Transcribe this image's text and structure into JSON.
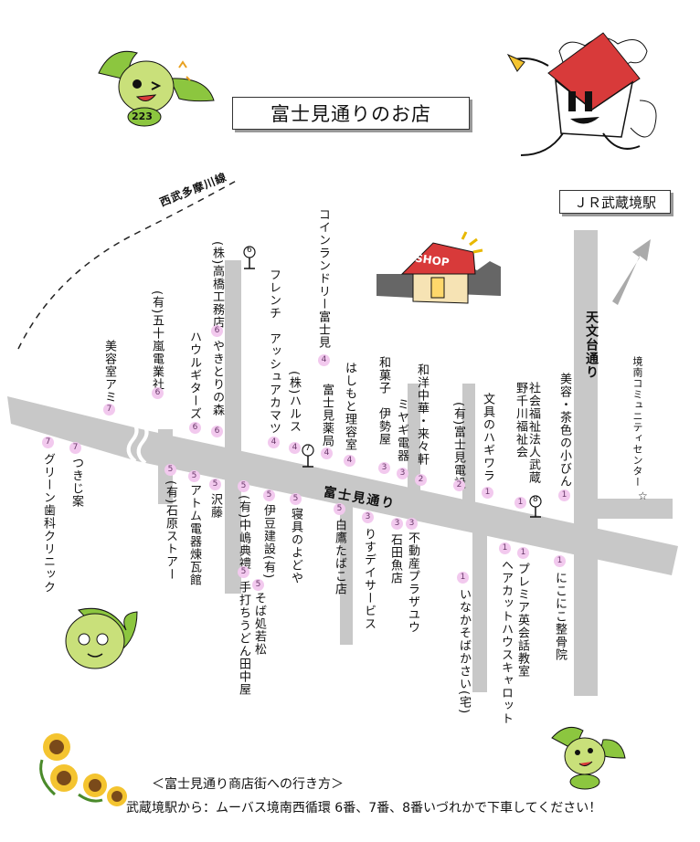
{
  "title": "富士見通りのお店",
  "station": "ＪＲ武蔵境駅",
  "rail_line": "西武多摩川線",
  "street_name": "富士見通り",
  "road_tenmondai": "天文台通り",
  "community_center": "境南コミュニティセンター",
  "star_mark": "☆",
  "shop_sign": "SHOP",
  "mascot_badge": "223",
  "bus_stops": [
    "6",
    "7",
    "8"
  ],
  "shops": [
    {
      "name": "グリーン歯科クリニック",
      "num": "7"
    },
    {
      "name": "つきじ案",
      "num": "7"
    },
    {
      "name": "美容室アミ",
      "num": "7"
    },
    {
      "name": "(有)五十嵐電業社",
      "num": "6"
    },
    {
      "name": "ハウルギターズ",
      "num": "6"
    },
    {
      "name": "やきとりの森",
      "num": "6"
    },
    {
      "name": "(株)高橋工務店",
      "num": "6"
    },
    {
      "name": "(有)石原ストアー",
      "num": "5"
    },
    {
      "name": "アトム電器煉瓦館",
      "num": "5"
    },
    {
      "name": "沢藤",
      "num": "5"
    },
    {
      "name": "(有)中嶋典禮",
      "num": "5"
    },
    {
      "name": "手打ちうどん田中屋",
      "num": "5"
    },
    {
      "name": "そば処若松",
      "num": "5"
    },
    {
      "name": "伊豆建設(有)",
      "num": "5"
    },
    {
      "name": "寝具のよどや",
      "num": "5"
    },
    {
      "name": "白鷹たばこ店",
      "num": "5"
    },
    {
      "name": "フレンチ　アッシュアカマツ",
      "num": "4"
    },
    {
      "name": "(株)ハルス",
      "num": "4"
    },
    {
      "name": "コインランドリー富士見",
      "num": "4"
    },
    {
      "name": "富士見薬局",
      "num": "4"
    },
    {
      "name": "はしもと理容室",
      "num": "4"
    },
    {
      "name": "りすデイサービス",
      "num": "3"
    },
    {
      "name": "和菓子　伊勢屋",
      "num": "3"
    },
    {
      "name": "ミヤギ電器",
      "num": "3"
    },
    {
      "name": "不動産プラザユウ",
      "num": "3"
    },
    {
      "name": "石田魚店",
      "num": "3"
    },
    {
      "name": "和洋中華・来々軒",
      "num": "2"
    },
    {
      "name": "(有)富士見電設",
      "num": "2"
    },
    {
      "name": "いなかそばかさい(宅)",
      "num": "1"
    },
    {
      "name": "文具のハギワラ",
      "num": "1"
    },
    {
      "name": "社会福祉法人武蔵野千川福祉会",
      "num": "1"
    },
    {
      "name": "美容・茶色の小びん",
      "num": "1"
    },
    {
      "name": "プレミア英会話教室",
      "num": "1"
    },
    {
      "name": "ヘアカットハウスキャロット",
      "num": "1"
    },
    {
      "name": "にこにこ整骨院",
      "num": "1"
    }
  ],
  "footer": {
    "heading": "＜富士見通り商店街への行き方＞",
    "directions": "武蔵境駅から：ムーバス境南西循環 6番、7番、8番いづれかで下車してください！"
  },
  "colors": {
    "road": "#c8c8c8",
    "badge": "#f2c9ee",
    "mascot": "#8cc63f",
    "shop_roof": "#d83a3a"
  }
}
